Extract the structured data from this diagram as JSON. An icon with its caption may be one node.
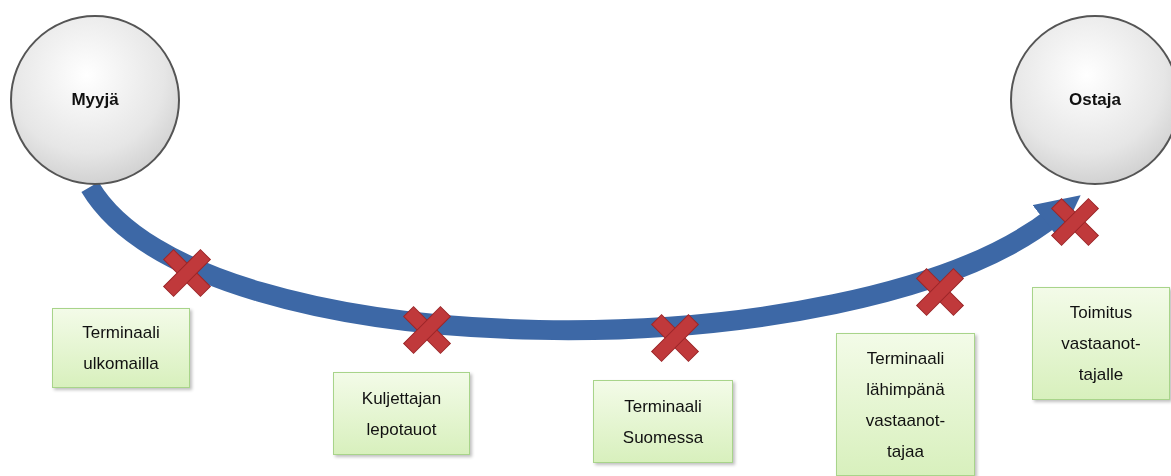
{
  "diagram": {
    "nodes": [
      {
        "text": [
          "Myyjä"
        ]
      },
      {
        "text": [
          "Ostaja"
        ]
      },
      {
        "text": [
          "Terminaali ulkomailla"
        ]
      },
      {
        "text": [
          "Kuljettajan lepotauot"
        ]
      },
      {
        "text": [
          "Terminaali Suomessa"
        ]
      },
      {
        "text": [
          "Terminaali lähimpänä vastaanot-tajaa"
        ]
      },
      {
        "text": [
          "Toimitus vastaanot-tajalle"
        ]
      }
    ],
    "edges": [
      {
        "from": 0,
        "to": 1,
        "arrow": "to"
      }
    ]
  }
}
